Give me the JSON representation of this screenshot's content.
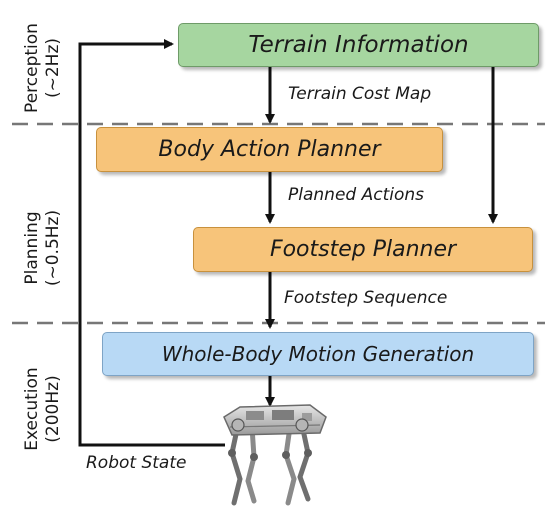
{
  "sections": [
    {
      "name": "Perception",
      "rate": "(~2Hz)"
    },
    {
      "name": "Planning",
      "rate": "(~0.5Hz)"
    },
    {
      "name": "Execution",
      "rate": "(200Hz)"
    }
  ],
  "nodes": {
    "terrain": "Terrain Information",
    "body_action": "Body Action Planner",
    "footstep": "Footstep Planner",
    "whole_body": "Whole-Body Motion Generation"
  },
  "edges": {
    "terrain_cost_map": "Terrain Cost Map",
    "planned_actions": "Planned Actions",
    "footstep_sequence": "Footstep Sequence",
    "robot_state": "Robot State"
  },
  "colors": {
    "perception": "#a6d6a0",
    "planning": "#f7c47a",
    "execution": "#b8d9f5"
  },
  "robot_image": "quadruped-robot"
}
